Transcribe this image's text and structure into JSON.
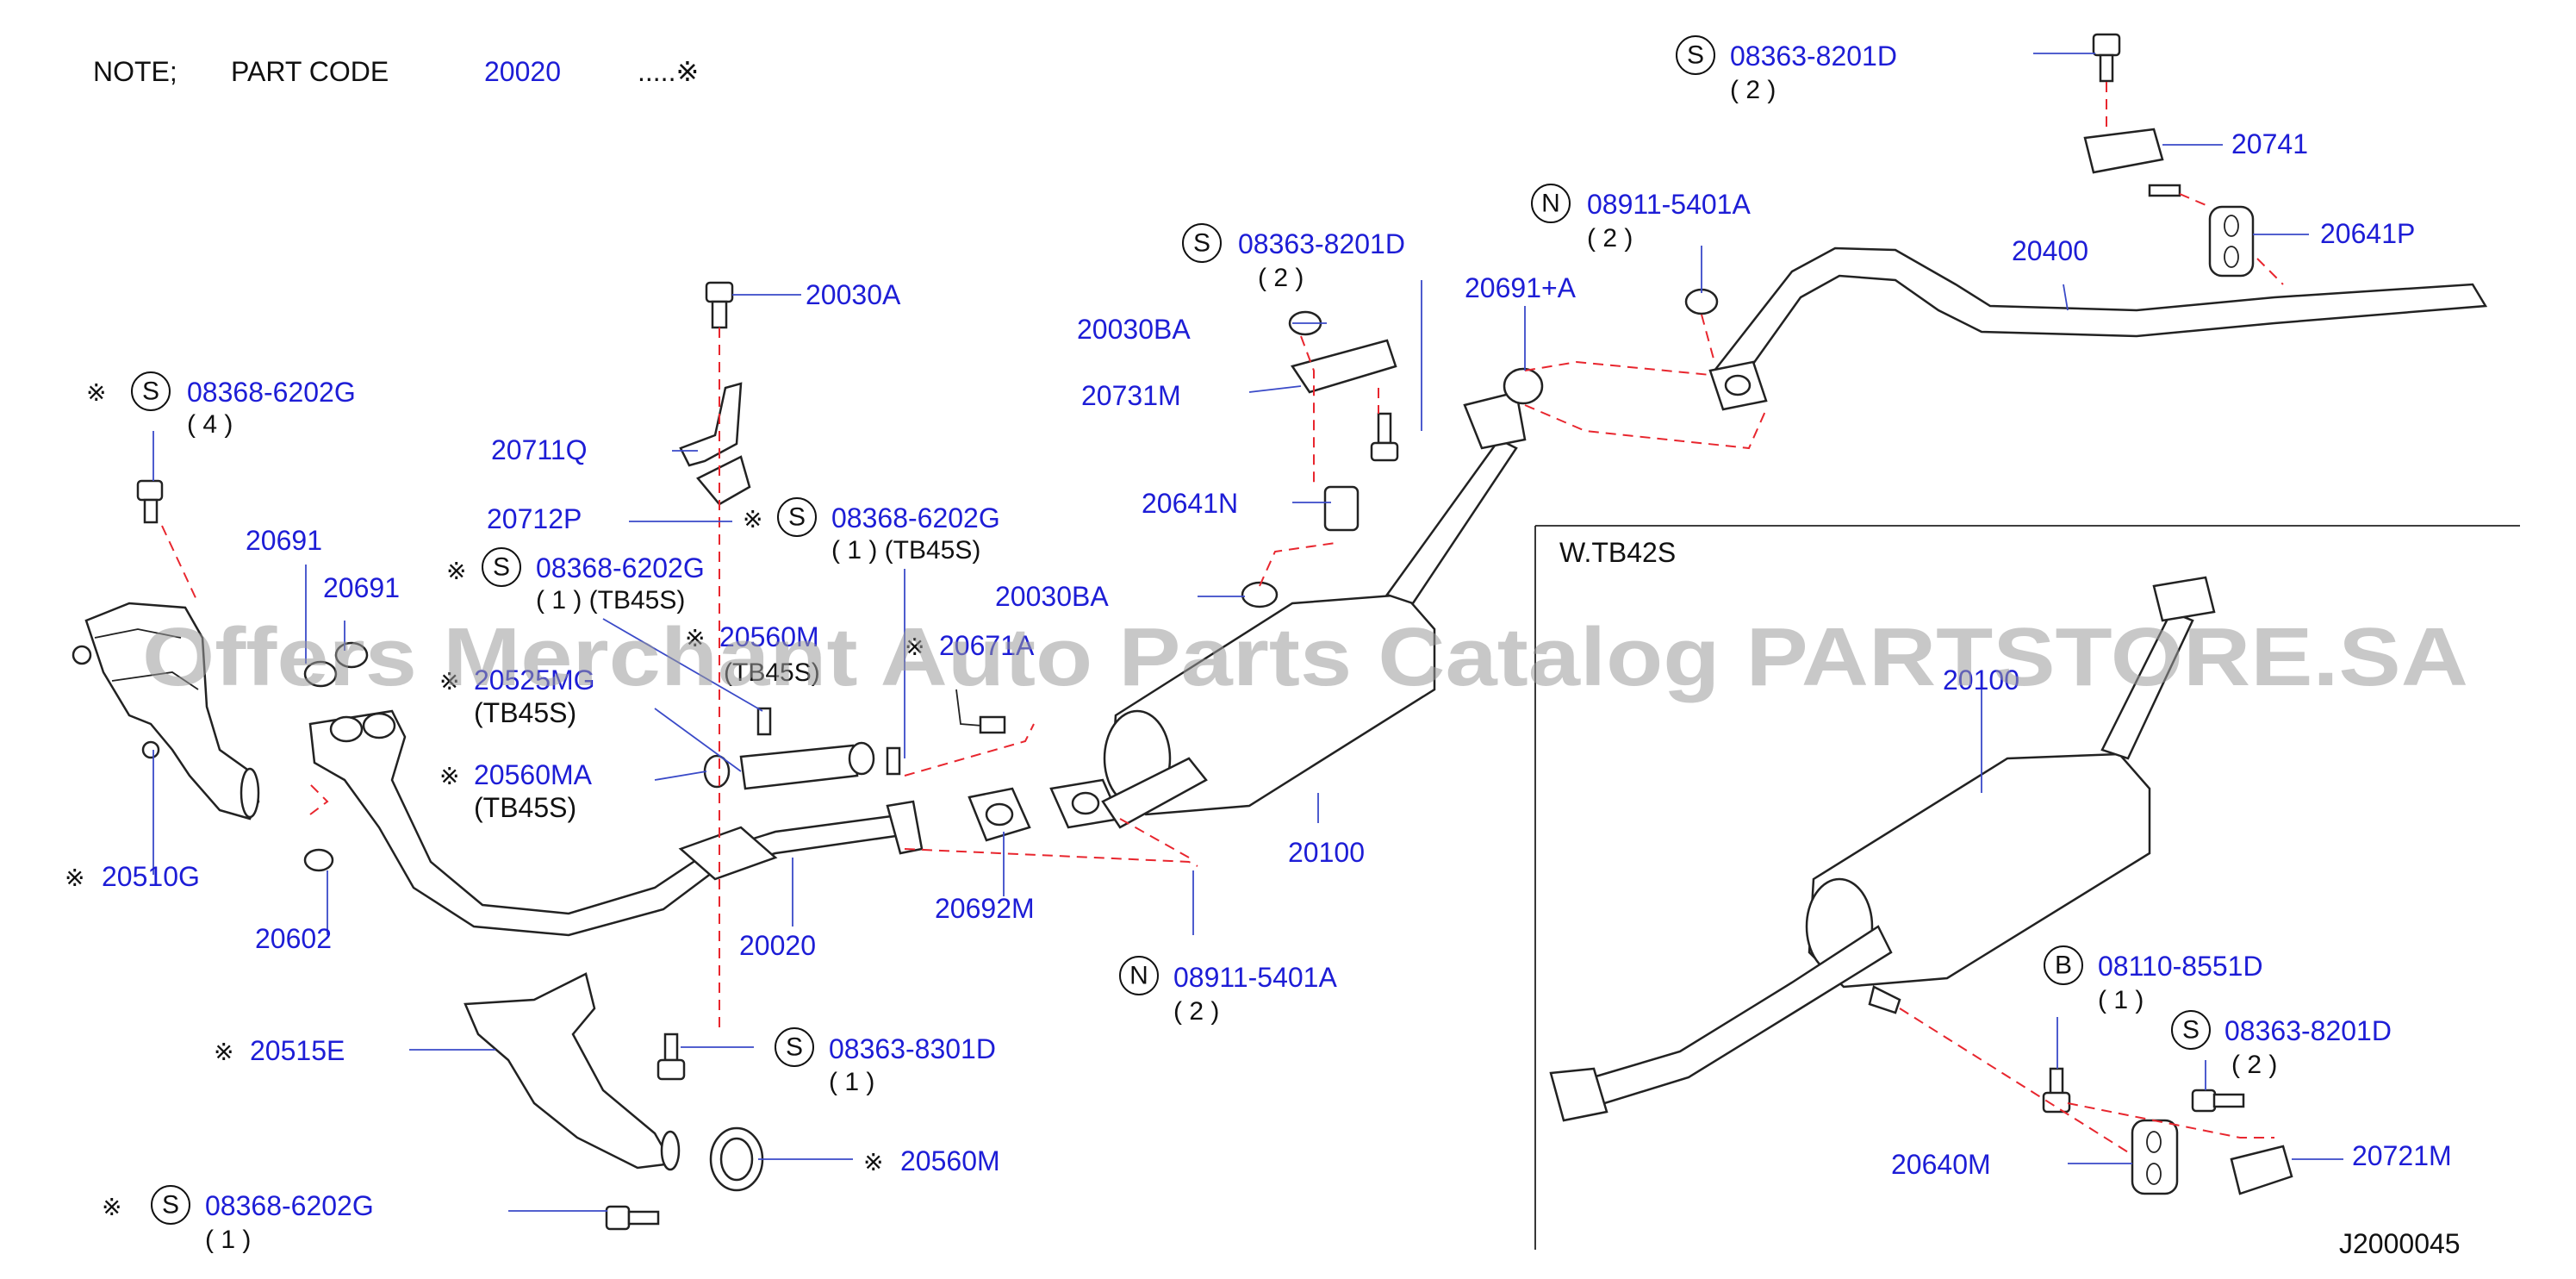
{
  "note": {
    "prefix": "NOTE;",
    "part_code_label": "PART   CODE",
    "code": "20020",
    "suffix": ".....※"
  },
  "watermark": "Offers Merchant Auto Parts Catalog PARTSTORE.SA",
  "inset_title": "W.TB42S",
  "diagram_id": "J2000045",
  "symbols": {
    "asterisk": "※",
    "S": "S",
    "N": "N",
    "B": "B"
  },
  "parts": {
    "p20030A": "20030A",
    "p20711Q": "20711Q",
    "p20712P": "20712P",
    "p08368_6202G_a": "08368-6202G",
    "q4": "( 4 )",
    "p20691_a": "20691",
    "p20691_b": "20691",
    "p08368_6202G_b": "08368-6202G",
    "q1_tb45s_b": "( 1 ) (TB45S)",
    "p08368_6202G_c": "08368-6202G",
    "q1_tb45s_c": "( 1 ) (TB45S)",
    "p20560M_top": "20560M",
    "tb45s_top": "(TB45S)",
    "p20020_1A": "20671A",
    "p20525MG": "20525MG",
    "tb45s_mg": "(TB45S)",
    "p20560MA": "20560MA",
    "tb45s_ma": "(TB45S)",
    "p20510G": "20510G",
    "p20602": "20602",
    "p20020": "20020",
    "p20692M": "20692M",
    "p20515E": "20515E",
    "p08363_8301D": "08363-8301D",
    "q1_8301": "( 1 )",
    "p20560M_bot": "20560M",
    "p08368_6202G_d": "08368-6202G",
    "q1_d": "( 1 )",
    "p08911_5401A_a": "08911-5401A",
    "q2_n_a": "( 2 )",
    "p20100": "20100",
    "p20030BA_a": "20030BA",
    "p20731M": "20731M",
    "p08363_8201D_a": "08363-8201D",
    "q2_s_a": "( 2 )",
    "p20641N": "20641N",
    "p20030BA_b": "20030BA",
    "p20691_plus_A": "20691+A",
    "p08911_5401A_b": "08911-5401A",
    "q2_n_b": "( 2 )",
    "p20400": "20400",
    "p08363_8201D_b": "08363-8201D",
    "q2_s_b": "( 2 )",
    "p20741": "20741",
    "p20641P": "20641P",
    "p20100_inset": "20100",
    "p08110_8551D": "08110-8551D",
    "q1_b": "( 1 )",
    "p08363_8201D_c": "08363-8201D",
    "q2_s_c": "( 2 )",
    "p20640M": "20640M",
    "p20721M": "20721M"
  }
}
